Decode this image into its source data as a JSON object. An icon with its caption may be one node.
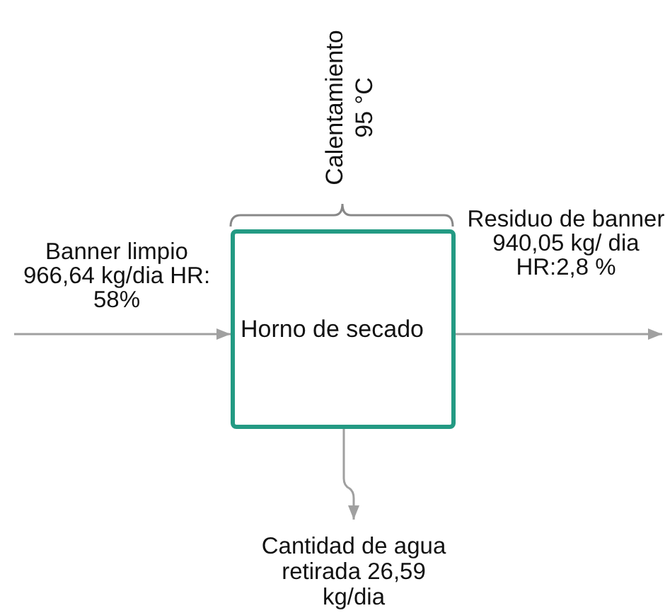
{
  "diagram": {
    "nodes": [
      {
        "text": [
          "Horno de secado"
        ]
      },
      {
        "text": [
          "Cantidad de agua retirada 26,59 kg/dia"
        ]
      }
    ],
    "edges": [
      {
        "from": null,
        "to": 0,
        "arrow": "to"
      },
      {
        "from": 0,
        "to": null,
        "arrow": "to"
      },
      {
        "from": 0,
        "to": 1,
        "arrow": "to"
      }
    ],
    "labels": [
      "Calentamiento 95 °C",
      "Banner limpio 966,64 kg/dia HR: 58%",
      "Residuo de banner 940,05 kg/ dia HR:2,8 %"
    ]
  }
}
